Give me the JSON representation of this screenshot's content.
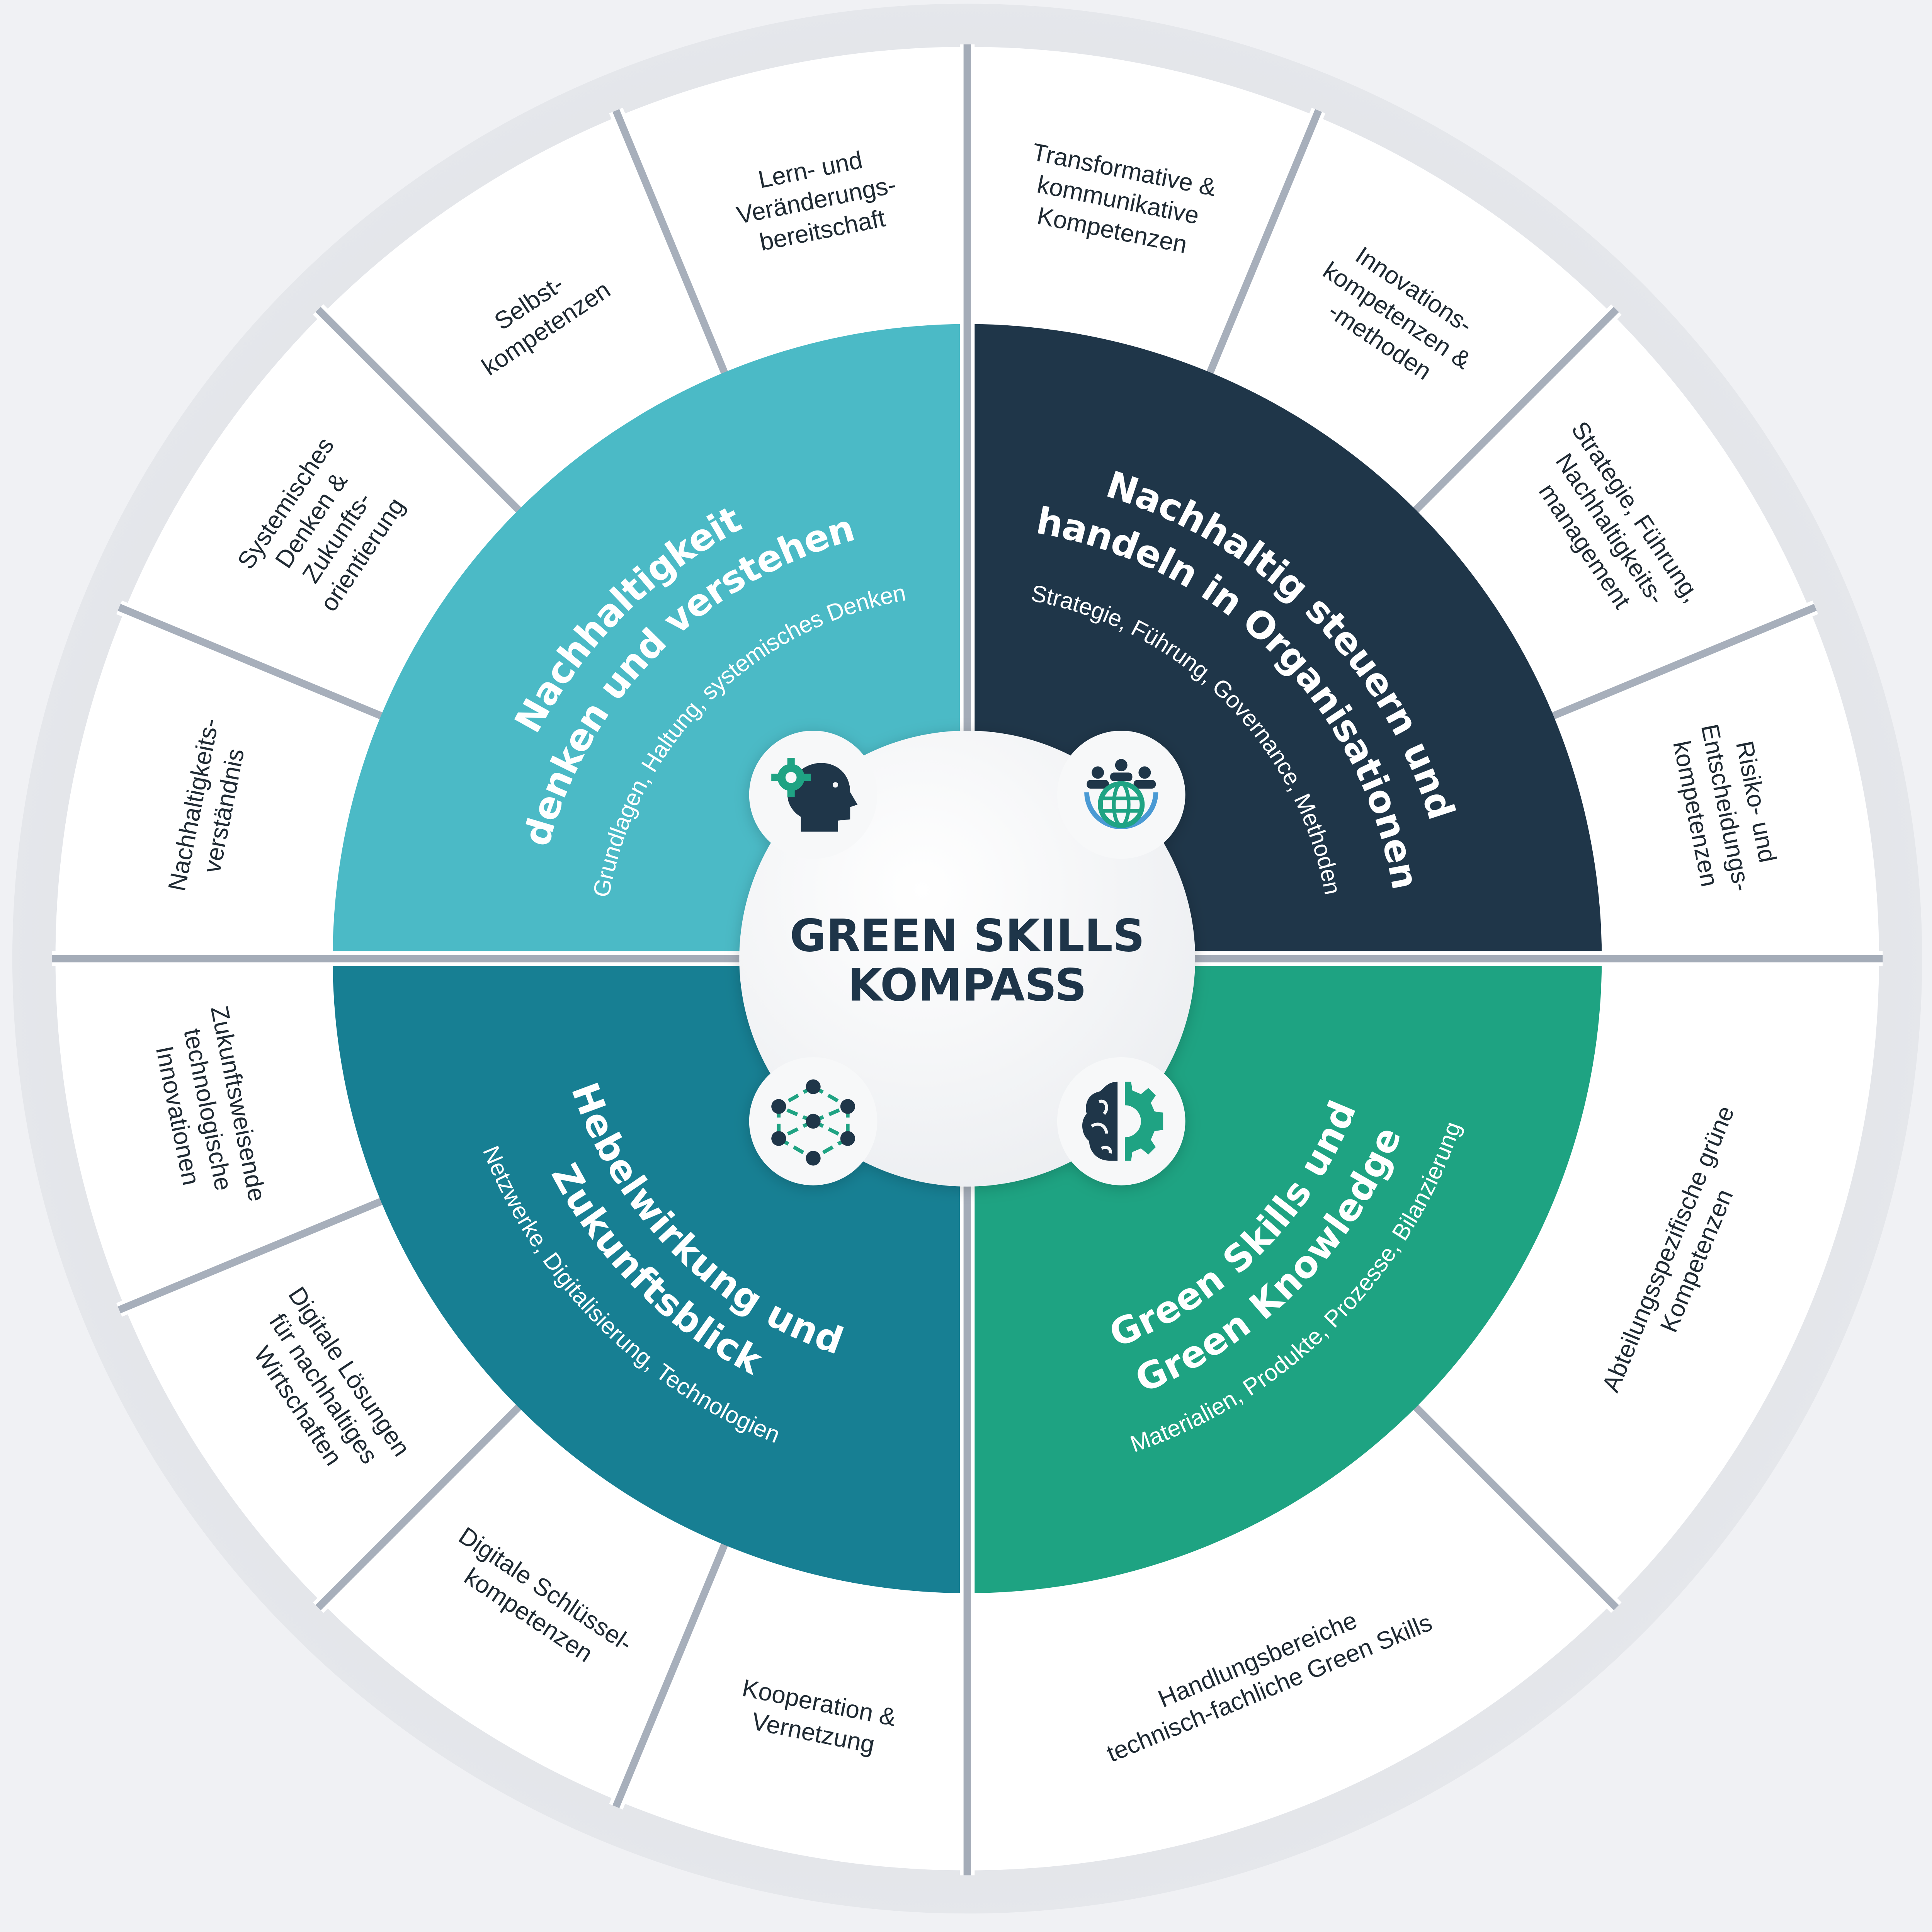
{
  "center": {
    "line1": "GREEN SKILLS",
    "line2": "KOMPASS"
  },
  "colors": {
    "q_top_left": "#4bbac6",
    "q_top_right": "#1f3649",
    "q_bottom_left": "#177f93",
    "q_bottom_right": "#1ea382",
    "icon_dark": "#1f3649",
    "icon_green": "#1fa383",
    "icon_blue": "#4a9ad4"
  },
  "quadrants": [
    {
      "id": "top-left",
      "title": [
        "Nachhaltigkeit",
        "denken und verstehen"
      ],
      "subtitle": "Grundlagen, Haltung, systemisches Denken",
      "icon": "gear-head-icon"
    },
    {
      "id": "top-right",
      "title": [
        "Nachhaltig steuern und",
        "handeln in Organisationen"
      ],
      "subtitle": "Strategie, Führung, Governance, Methoden",
      "icon": "people-globe-icon"
    },
    {
      "id": "bottom-left",
      "title": [
        "Hebelwirkung und",
        "Zukunftsblick"
      ],
      "subtitle": "Netzwerke, Digitalisierung, Technologien",
      "icon": "network-icon"
    },
    {
      "id": "bottom-right",
      "title": [
        "Green Skills und",
        "Green Knowledge"
      ],
      "subtitle": "Materialien, Produkte, Prozesse, Bilanzierung",
      "icon": "brain-gear-icon"
    }
  ],
  "segments": [
    {
      "quadrant": "top-left",
      "lines": [
        "Nachhaltigkeits-",
        "verständnis"
      ]
    },
    {
      "quadrant": "top-left",
      "lines": [
        "Systemisches",
        "Denken &",
        "Zukunfts-",
        "orientierung"
      ]
    },
    {
      "quadrant": "top-left",
      "lines": [
        "Selbst-",
        "kompetenzen"
      ]
    },
    {
      "quadrant": "top-left",
      "lines": [
        "Lern- und",
        "Veränderungs-",
        "bereitschaft"
      ]
    },
    {
      "quadrant": "top-right",
      "lines": [
        "Transformative &",
        "kommunikative",
        "Kompetenzen"
      ]
    },
    {
      "quadrant": "top-right",
      "lines": [
        "Innovations-",
        "kompetenzen &",
        "-methoden"
      ]
    },
    {
      "quadrant": "top-right",
      "lines": [
        "Strategie, Führung,",
        "Nachhaltigkeits-",
        "management"
      ]
    },
    {
      "quadrant": "top-right",
      "lines": [
        "Risiko- und",
        "Entscheidungs-",
        "kompetenzen"
      ]
    },
    {
      "quadrant": "bottom-right",
      "lines": [
        "Abteilungsspezifische grüne",
        "Kompetenzen"
      ]
    },
    {
      "quadrant": "bottom-right",
      "lines": [
        "Handlungsbereiche",
        "technisch-fachliche Green Skills"
      ]
    },
    {
      "quadrant": "bottom-left",
      "lines": [
        "Kooperation &",
        "Vernetzung"
      ]
    },
    {
      "quadrant": "bottom-left",
      "lines": [
        "Digitale Schlüssel-",
        "kompetenzen"
      ]
    },
    {
      "quadrant": "bottom-left",
      "lines": [
        "Digitale Lösungen",
        "für nachhaltiges",
        "Wirtschaften"
      ]
    },
    {
      "quadrant": "bottom-left",
      "lines": [
        "Zukunftsweisende",
        "technologische",
        "Innovationen"
      ]
    }
  ]
}
